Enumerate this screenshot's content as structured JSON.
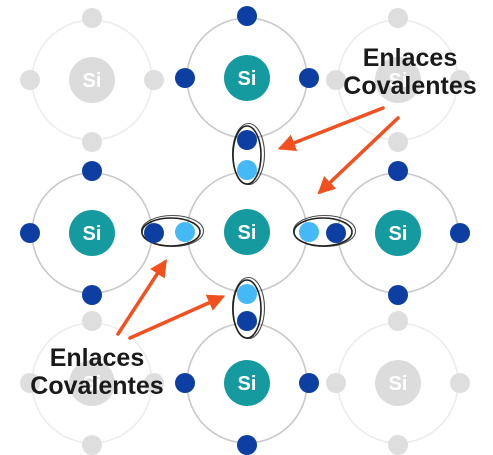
{
  "element_symbol": "Si",
  "labels": {
    "top": [
      "Enlaces",
      "Covalentes"
    ],
    "bottom": [
      "Enlaces",
      "Covalentes"
    ]
  },
  "colors": {
    "nucleus": "#159aa0",
    "nucleus_faded": "#dcdcdc",
    "electron": "#0d3fa3",
    "electron_shared": "#45b9f5",
    "electron_faded": "#dedede",
    "orbit": "#c9c9c9",
    "orbit_faded": "#ececec",
    "arrow": "#f2501f",
    "bond_outline": "#222222"
  },
  "atoms": [
    {
      "id": "top-left",
      "faded": true
    },
    {
      "id": "top",
      "faded": false
    },
    {
      "id": "top-right",
      "faded": true
    },
    {
      "id": "left",
      "faded": false
    },
    {
      "id": "center",
      "faded": false
    },
    {
      "id": "right",
      "faded": false
    },
    {
      "id": "bottom-left",
      "faded": true
    },
    {
      "id": "bottom",
      "faded": false
    },
    {
      "id": "bottom-right",
      "faded": true
    }
  ]
}
